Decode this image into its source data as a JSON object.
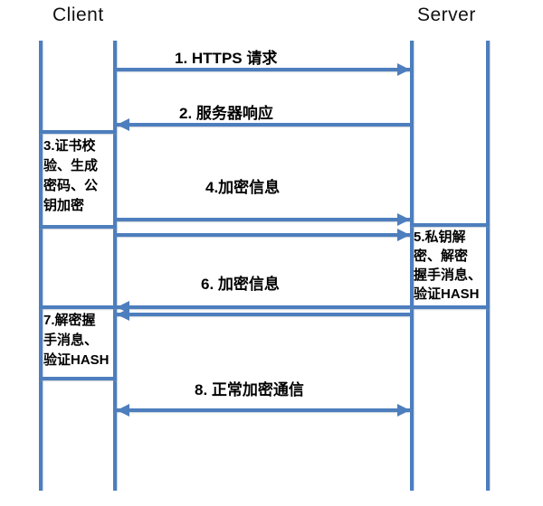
{
  "diagram": {
    "type": "sequence-diagram",
    "topic": "HTTPS handshake flow",
    "colors": {
      "line": "#4d7ebd",
      "text": "#000000",
      "background": "#ffffff"
    },
    "actors": {
      "client": "Client",
      "server": "Server"
    },
    "messages": [
      {
        "num": "1",
        "label": "1. HTTPS 请求",
        "direction": "right",
        "style": "single"
      },
      {
        "num": "2",
        "label": "2. 服务器响应",
        "direction": "left",
        "style": "single"
      },
      {
        "num": "4",
        "label": "4.加密信息",
        "direction": "right",
        "style": "double-line"
      },
      {
        "num": "6",
        "label": "6. 加密信息",
        "direction": "left",
        "style": "double-line"
      },
      {
        "num": "8",
        "label": "8. 正常加密通信",
        "direction": "both",
        "style": "single"
      }
    ],
    "notes": [
      {
        "num": "3",
        "actor": "client",
        "text": "3.证书校\n验、生成\n密码、公\n钥加密"
      },
      {
        "num": "5",
        "actor": "server",
        "text": "5.私钥解\n密、解密\n握手消息、\n验证HASH"
      },
      {
        "num": "7",
        "actor": "client",
        "text": "7.解密握\n手消息、\n验证HASH"
      }
    ]
  }
}
